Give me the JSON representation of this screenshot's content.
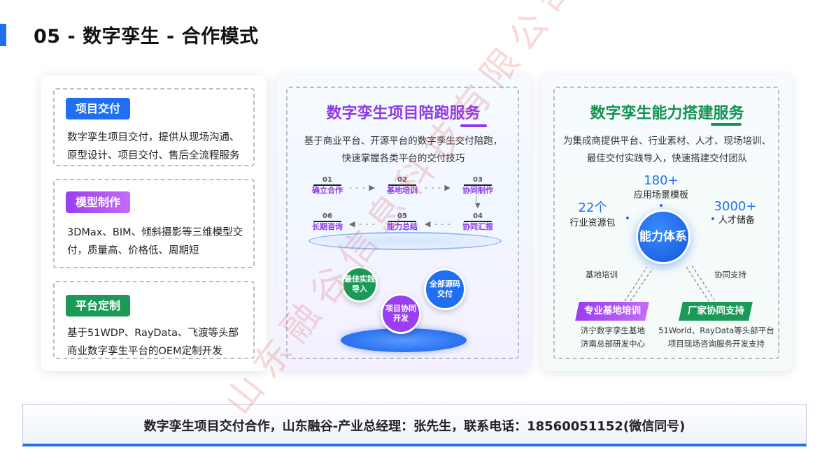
{
  "page": {
    "title": "05 - 数字孪生 - 合作模式"
  },
  "left_panel": {
    "boxes": [
      {
        "tag": "项目交付",
        "text": "数字孪生项目交付，提供从现场沟通、原型设计、项目交付、售后全流程服务"
      },
      {
        "tag": "模型制作",
        "text": "3DMax、BIM、倾斜摄影等三维模型交付，质量高、价格低、周期短"
      },
      {
        "tag": "平台定制",
        "text": "基于51WDP、RayData、飞渡等头部商业数字孪生平台的OEM定制开发"
      }
    ]
  },
  "middle_panel": {
    "title": "数字孪生项目陪跑服务",
    "desc": "基于商业平台、开源平台的数字孪生交付陪跑，快速掌握各类平台的交付技巧",
    "steps": [
      {
        "num": "01",
        "label": "确立合作"
      },
      {
        "num": "02",
        "label": "基地培训"
      },
      {
        "num": "03",
        "label": "协同制作"
      },
      {
        "num": "04",
        "label": "协同汇报"
      },
      {
        "num": "05",
        "label": "能力总结"
      },
      {
        "num": "06",
        "label": "长期咨询"
      }
    ],
    "circles": [
      {
        "label": "最佳实践导入"
      },
      {
        "label": "全部源码交付"
      },
      {
        "label": "项目协同开发"
      }
    ]
  },
  "right_panel": {
    "title": "数字孪生能力搭建服务",
    "desc": "为集成商提供平台、行业素材、人才、现场培训、最佳交付实践导入，快速搭建交付团队",
    "center": "能力体系",
    "stats": [
      {
        "value": "180+",
        "label": "应用场景模板"
      },
      {
        "value": "22个",
        "label": "行业资源包"
      },
      {
        "value": "3000+",
        "label": "人才储备"
      }
    ],
    "links": [
      "基地培训",
      "协同支持"
    ],
    "sub_tags": [
      {
        "label": "专业基地培训",
        "lines": [
          "济宁数字孪生基地",
          "济南总部研发中心"
        ]
      },
      {
        "label": "厂家协同支持",
        "lines": [
          "51World、RayData等头部平台",
          "项目现场咨询服务开发支持"
        ]
      }
    ]
  },
  "footer": {
    "text": "数字孪生项目交付合作，山东融谷-产业总经理：张先生，联系电话：18560051152(微信同号)"
  },
  "watermark": {
    "text": "山东融谷信息科技有限公司"
  },
  "colors": {
    "blue": "#1f6ff2",
    "purple": "#8e3ae8",
    "green": "#149351"
  }
}
